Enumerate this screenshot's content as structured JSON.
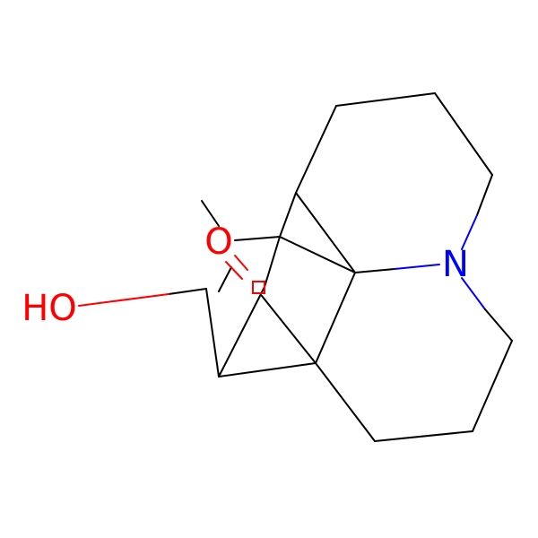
{
  "molecule": {
    "atom_labels": {
      "N": "N",
      "O_carbonyl": "O",
      "O_hydroxyl": "HO"
    },
    "colors": {
      "carbon_bond": "#000000",
      "nitrogen": "#0000ff",
      "oxygen": "#ff0000",
      "background": "#ffffff"
    }
  }
}
